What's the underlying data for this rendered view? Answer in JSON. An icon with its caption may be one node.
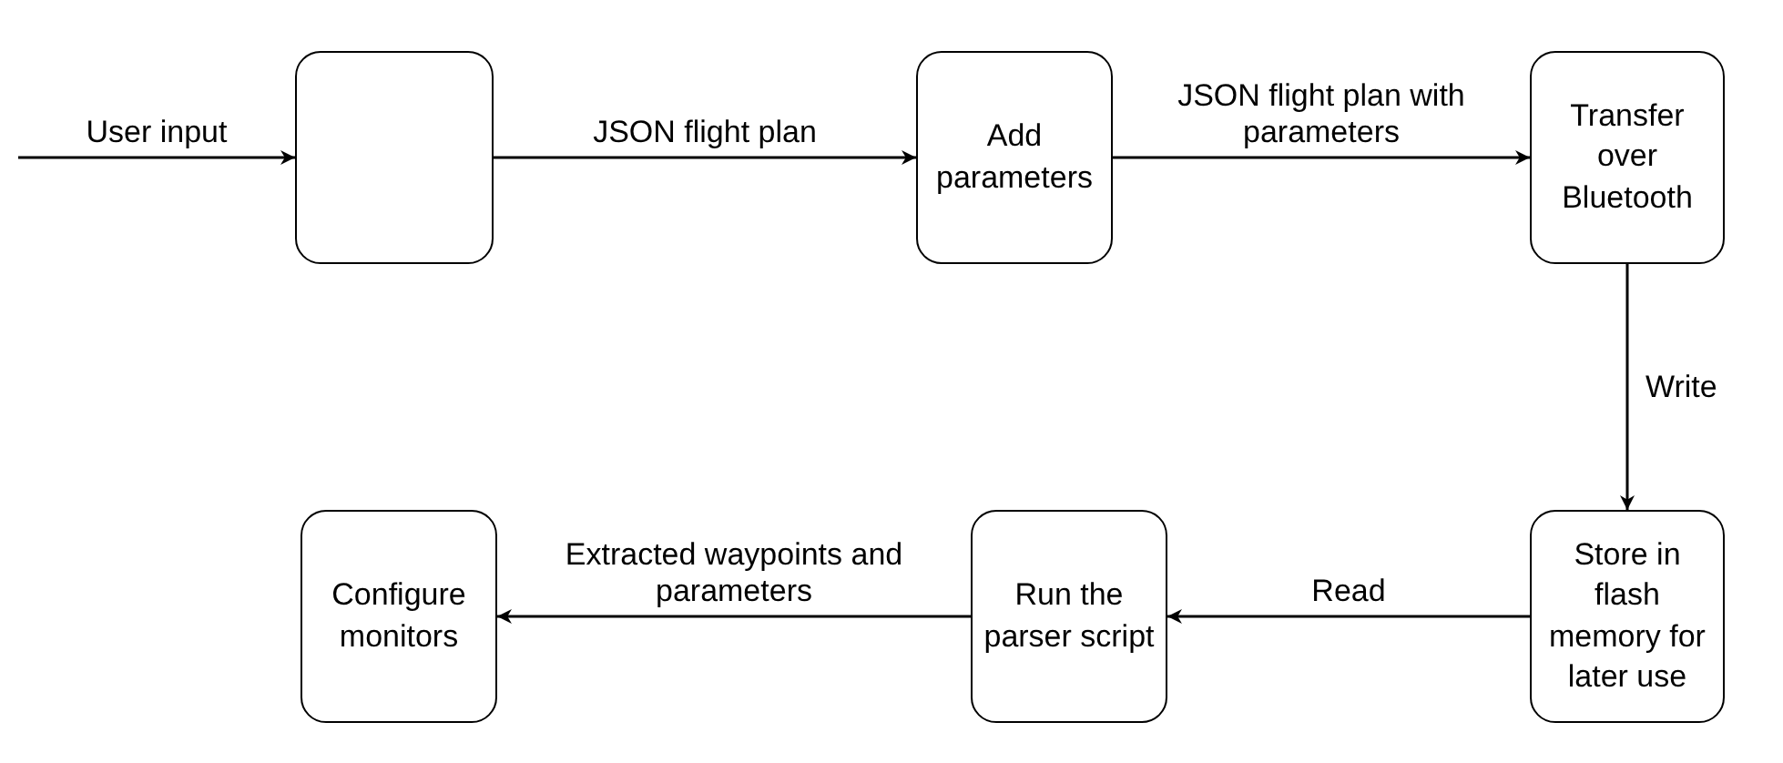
{
  "diagram": {
    "nodes": [
      {
        "text": [],
        "shape": "box"
      },
      {
        "text": [
          "Add parameters"
        ]
      },
      {
        "text": [
          "Transfer over Bluetooth"
        ]
      },
      {
        "text": [
          "Store in flash memory for later use"
        ]
      },
      {
        "text": [
          "Run the parser script"
        ]
      },
      {
        "text": [
          "Configure monitors"
        ]
      }
    ],
    "edges": [
      {
        "from": null,
        "to": 0,
        "arrow": "to",
        "label": "User input"
      },
      {
        "from": 0,
        "to": 1,
        "arrow": "to",
        "label": "JSON flight plan"
      },
      {
        "from": 1,
        "to": 2,
        "arrow": "to",
        "label": "JSON flight plan with parameters"
      },
      {
        "from": 2,
        "to": 3,
        "arrow": "to",
        "label": "Write"
      },
      {
        "from": 3,
        "to": 4,
        "arrow": "to",
        "label": "Read"
      },
      {
        "from": 4,
        "to": 5,
        "arrow": "to",
        "label": "Extracted waypoints and parameters"
      }
    ]
  }
}
